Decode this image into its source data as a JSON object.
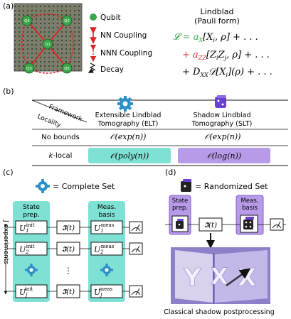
{
  "panels": {
    "a": "(a)",
    "b": "(b)",
    "c": "(c)",
    "d": "(d)"
  },
  "a": {
    "chip_qubits": [
      "Q4",
      "Q2",
      "Q1",
      "Q3",
      "Q5"
    ],
    "legend": {
      "qubit": "Qubit",
      "nn": "NN Coupling",
      "nnn": "NNN Coupling",
      "decay": "Decay"
    },
    "lindblad_title": "Lindblad",
    "lindblad_sub": "(Pauli form)",
    "eq_line1": "𝓛 = a",
    "eq_line1_sub": "X",
    "eq_line1_rest": "[X",
    "eq_line1_i": "i",
    "eq_line1_end": ", ρ] + . . .",
    "eq_line2_pre": "+ a",
    "eq_line2_sub": "ZZ",
    "eq_line2_rest": "[Z",
    "eq_line2_i": "i",
    "eq_line2_z": "Z",
    "eq_line2_j": "j",
    "eq_line2_end": ", ρ] + . . .",
    "eq_line3_pre": "+ D",
    "eq_line3_sub": "XX",
    "eq_line3_rest": "𝒟[X",
    "eq_line3_i": "i",
    "eq_line3_end": "](ρ) + . . .",
    "colors": {
      "green": "#3aa64a",
      "red": "#d8262a",
      "teal": "#7fe0d4",
      "purple": "#b79be8"
    }
  },
  "b": {
    "framework": "Framework",
    "locality": "Locality",
    "col1_line1": "Extensible Lindblad",
    "col1_line2": "Tomography (ELT)",
    "col2_line1": "Shadow Lindblad",
    "col2_line2": "Tomography (SLT)",
    "row1_label": "No bounds",
    "row2_label_k": "k",
    "row2_label_rest": "-local",
    "cells": [
      "𝒪(exp(n))",
      "𝒪(exp(n))",
      "𝒪(poly(n))",
      "𝒪(log(n))"
    ]
  },
  "c": {
    "complete_set": "= Complete Set",
    "state_prep_1": "State",
    "state_prep_2": "prep.",
    "meas_basis_1": "Meas.",
    "meas_basis_2": "basis",
    "u_init": "U",
    "init_sup": "init",
    "meas_sup": "meas",
    "subs": [
      "1",
      "2",
      "j"
    ],
    "evo": "𝕴̂(t)",
    "dots": "⋮",
    "j_experiments": "J experiments"
  },
  "d": {
    "randomized_set": "= Randomized Set",
    "state_prep_1": "State",
    "state_prep_2": "prep.",
    "meas_basis_1": "Meas.",
    "meas_basis_2": "basis",
    "evo": "𝕴̂(t)",
    "caption": "Classical shadow postprocessing",
    "book_letters": [
      "Y",
      "X",
      "X"
    ]
  }
}
